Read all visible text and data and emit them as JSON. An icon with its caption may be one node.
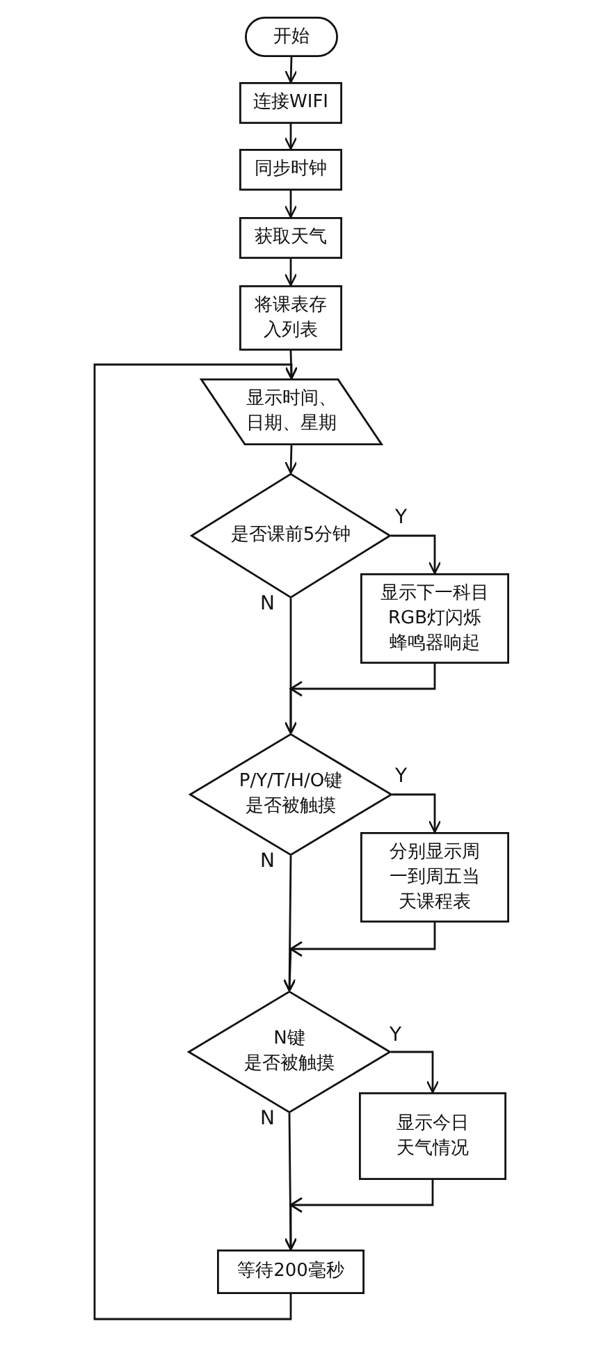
{
  "diagram": {
    "nodes": [
      {
        "text": [
          "开始"
        ]
      },
      {
        "text": [
          "连接WIFI"
        ]
      },
      {
        "text": [
          "同步时钟"
        ]
      },
      {
        "text": [
          "获取天气"
        ]
      },
      {
        "text": [
          "将课表存入列表"
        ]
      },
      {
        "text": [
          "显示时间、日期、星期"
        ]
      },
      {
        "text": [
          "是否课前5分钟"
        ]
      },
      {
        "text": [
          "显示下一科目RGB灯闪烁蜂鸣器响起"
        ]
      },
      {
        "text": [
          "P/Y/T/H/O键",
          "是否被触摸"
        ]
      },
      {
        "text": [
          "分别显示周一到周五当天课程表"
        ]
      },
      {
        "text": [
          "N键",
          "是否被触摸"
        ]
      },
      {
        "text": [
          "显示今日天气情况"
        ]
      },
      {
        "text": [
          "等待200毫秒"
        ]
      }
    ],
    "edges": [
      {
        "from": 0,
        "to": 1,
        "arrow": "to"
      },
      {
        "from": 1,
        "to": 2,
        "arrow": "to"
      },
      {
        "from": 2,
        "to": 3,
        "arrow": "to"
      },
      {
        "from": 3,
        "to": 4,
        "arrow": "to"
      },
      {
        "from": 4,
        "to": 5,
        "arrow": "to"
      },
      {
        "from": 5,
        "to": 6,
        "arrow": "to"
      },
      {
        "from": 6,
        "to": 7,
        "arrow": "to",
        "label": "Y"
      },
      {
        "from": 6,
        "to": 8,
        "arrow": "to",
        "label": "N"
      },
      {
        "from": 7,
        "to": 8,
        "arrow": "to"
      },
      {
        "from": 8,
        "to": 9,
        "arrow": "to",
        "label": "Y"
      },
      {
        "from": 8,
        "to": 10,
        "arrow": "to",
        "label": "N"
      },
      {
        "from": 9,
        "to": 10,
        "arrow": "to"
      },
      {
        "from": 10,
        "to": 11,
        "arrow": "to",
        "label": "Y"
      },
      {
        "from": 10,
        "to": 12,
        "arrow": "to",
        "label": "N"
      },
      {
        "from": 11,
        "to": 12,
        "arrow": "to"
      },
      {
        "from": 12,
        "to": 5,
        "arrow": "to"
      }
    ]
  }
}
